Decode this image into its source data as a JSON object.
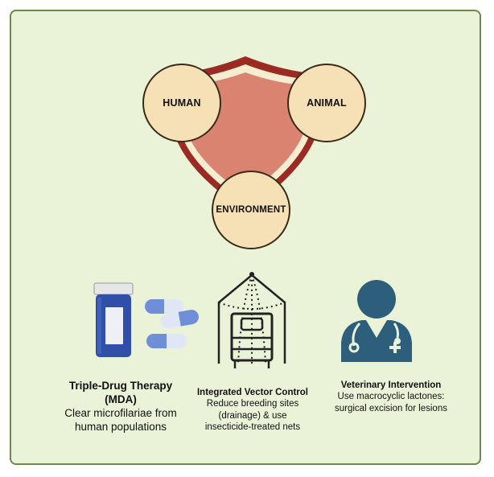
{
  "nodes": {
    "human": "HUMAN",
    "animal": "ANIMAL",
    "environment": "ENVIRONMENT"
  },
  "interventions": [
    {
      "title": "Triple-Drug Therapy",
      "title2": "(MDA)",
      "desc": [
        "Clear microfilariae from",
        "human populations"
      ]
    },
    {
      "title": "Integrated Vector Control",
      "desc": [
        "Reduce breeding sites",
        "(drainage) & use",
        "insecticide-treated nets"
      ]
    },
    {
      "title": "Veterinary Intervention",
      "desc": [
        "Use macrocyclic lactones:",
        "surgical excision for lesions"
      ]
    }
  ],
  "colors": {
    "background": "#eaf3d7",
    "border": "#6b8a4c",
    "shield_fill": "#d98370",
    "shield_outline": "#9b2a22",
    "circle_fill": "#f6e0b5",
    "icon_blue": "#2d5f7c"
  }
}
